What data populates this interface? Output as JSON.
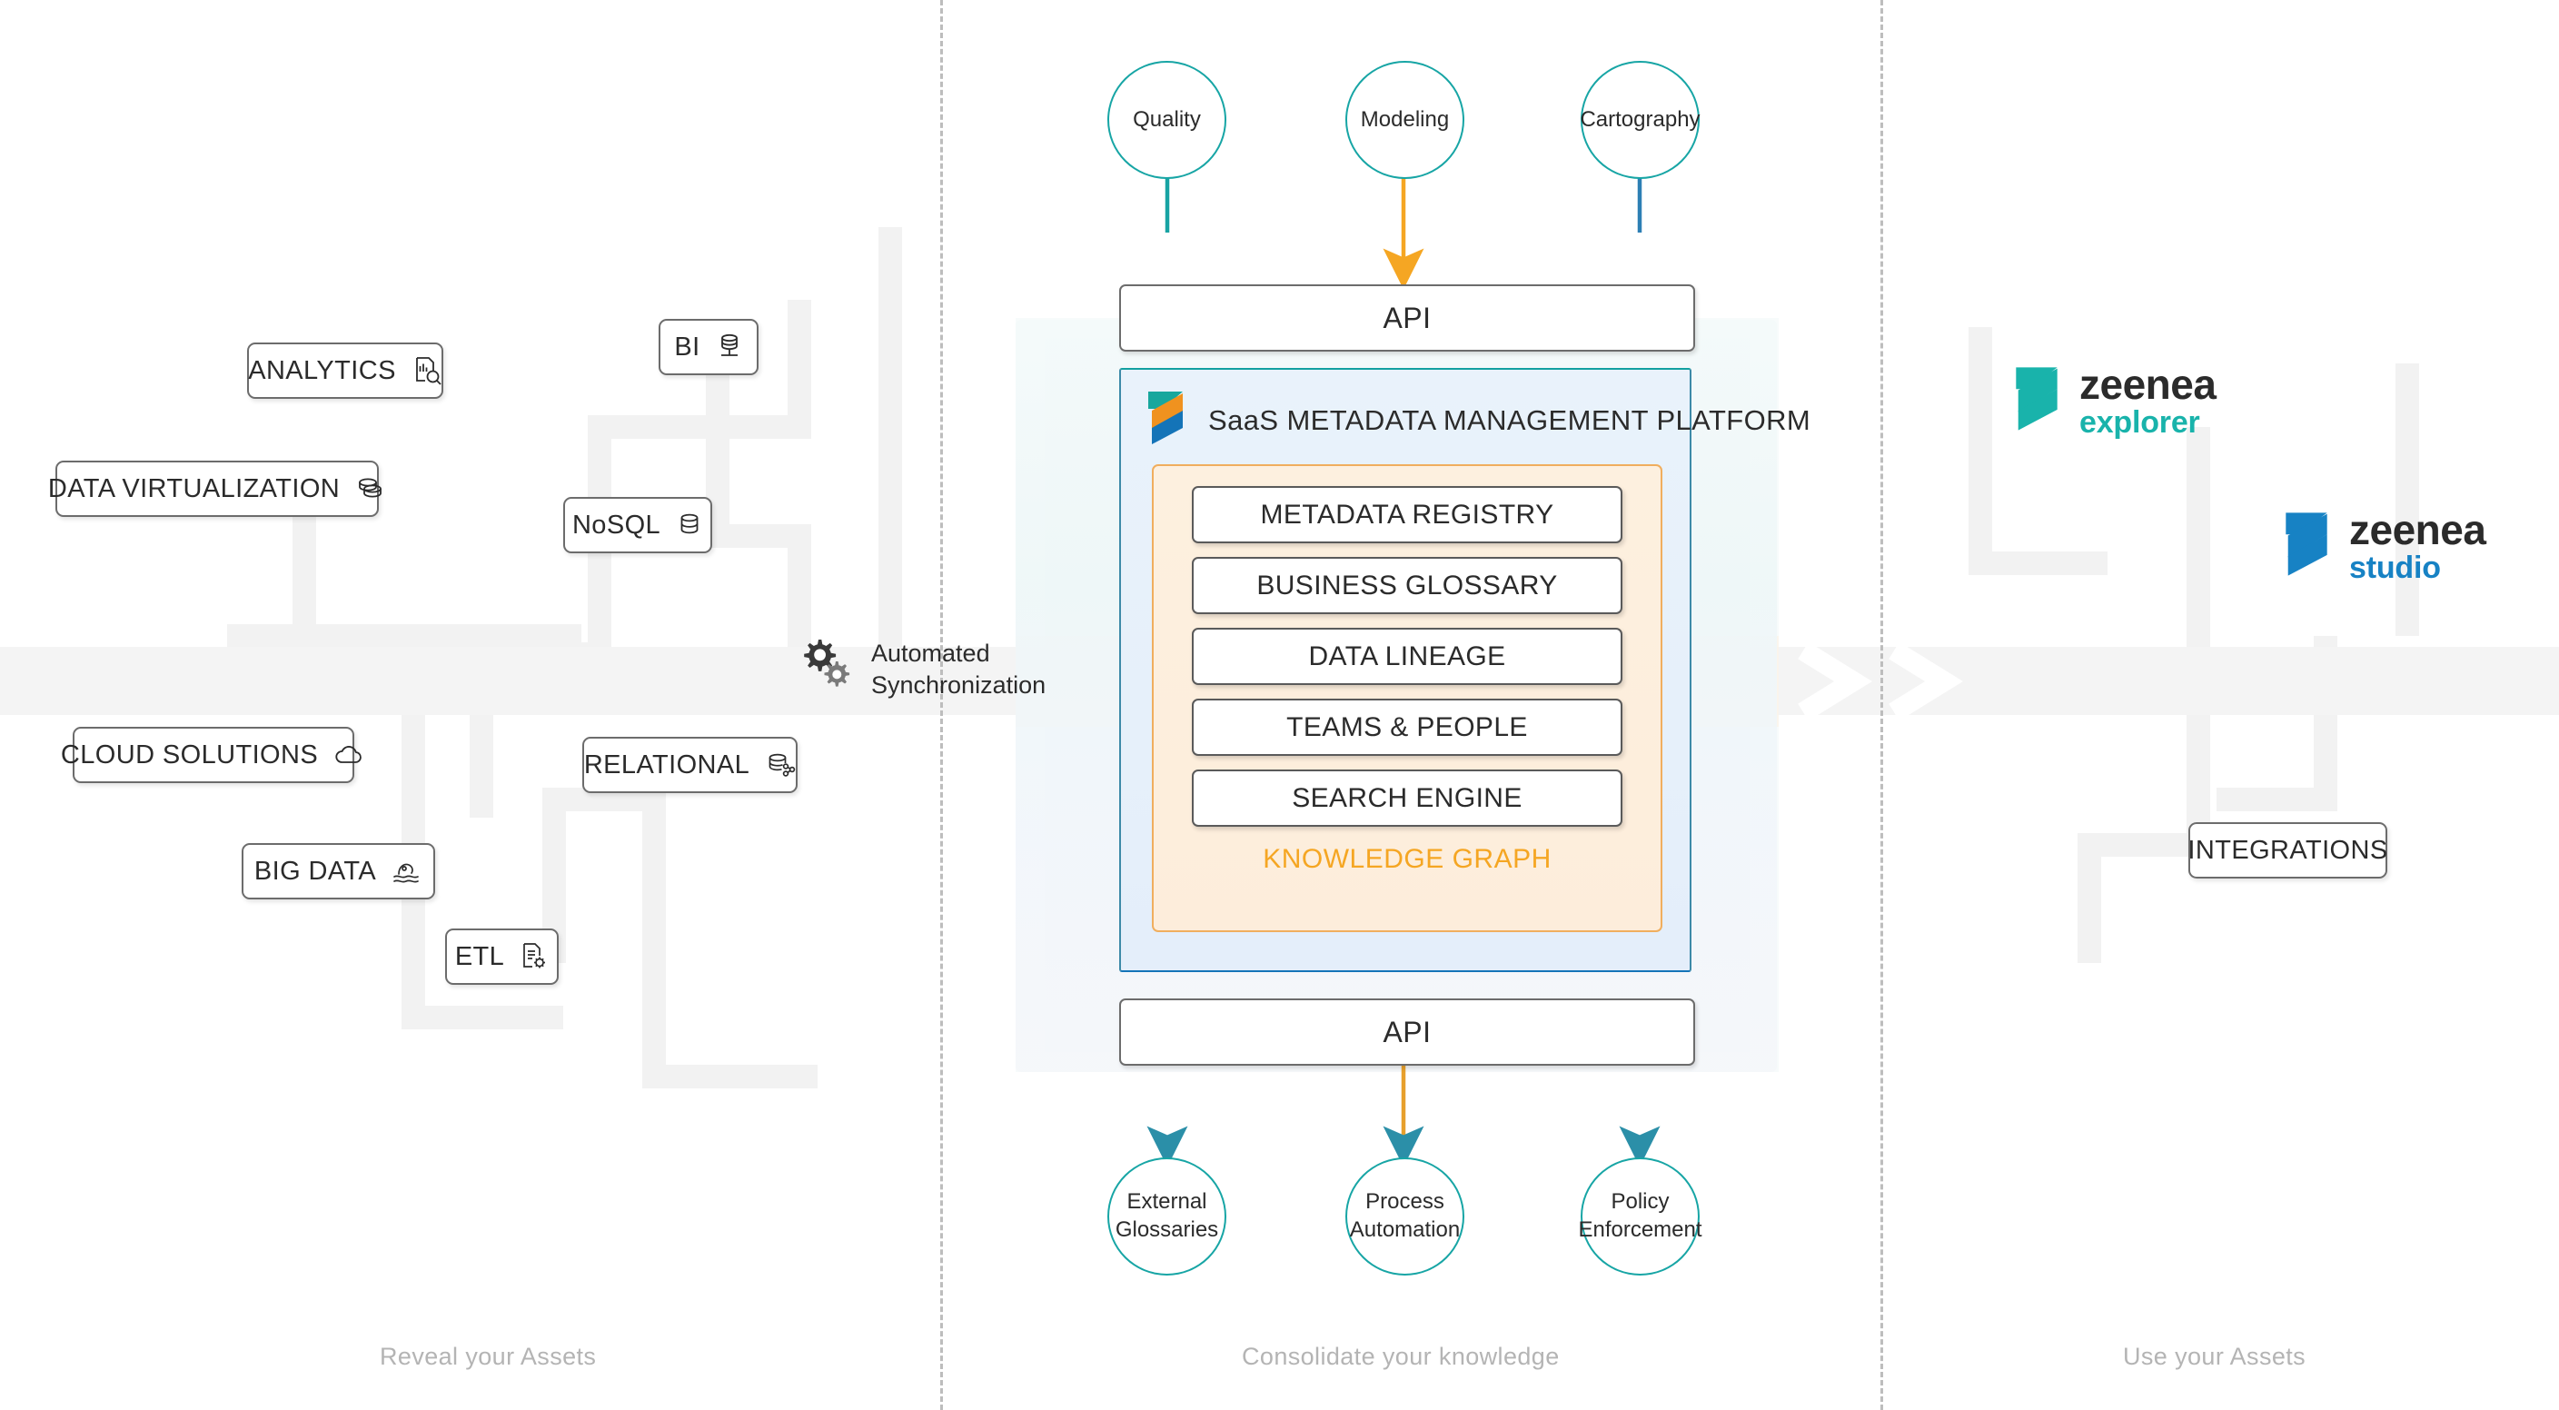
{
  "columns": [
    {
      "caption": "Reveal your Assets"
    },
    {
      "caption": "Consolidate your knowledge"
    },
    {
      "caption": "Use your Assets"
    }
  ],
  "sources": [
    {
      "label": "ANALYTICS",
      "icon": "document-search-icon"
    },
    {
      "label": "DATA VIRTUALIZATION",
      "icon": "stacked-database-icon"
    },
    {
      "label": "CLOUD SOLUTIONS",
      "icon": "cloud-icon"
    },
    {
      "label": "BIG DATA",
      "icon": "wave-icon"
    },
    {
      "label": "BI",
      "icon": "database-stand-icon"
    },
    {
      "label": "NoSQL",
      "icon": "database-icon"
    },
    {
      "label": "RELATIONAL",
      "icon": "database-share-icon"
    },
    {
      "label": "ETL",
      "icon": "document-gear-icon"
    }
  ],
  "sync": {
    "line1": "Automated",
    "line2": "Synchronization",
    "icon": "gears-icon"
  },
  "platform": {
    "title": "SaaS METADATA MANAGEMENT PLATFORM",
    "logo_icon": "zeenea-chevron-logo",
    "api_top": "API",
    "api_bottom": "API",
    "knowledge_graph": {
      "items": [
        "METADATA REGISTRY",
        "BUSINESS GLOSSARY",
        "DATA LINEAGE",
        "TEAMS & PEOPLE",
        "SEARCH ENGINE"
      ],
      "label": "KNOWLEDGE GRAPH"
    }
  },
  "top_nodes": [
    {
      "label": "Quality"
    },
    {
      "label": "Modeling"
    },
    {
      "label": "Cartography"
    }
  ],
  "bottom_nodes": [
    {
      "line1": "External",
      "line2": "Glossaries"
    },
    {
      "line1": "Process",
      "line2": "Automation"
    },
    {
      "line1": "Policy",
      "line2": "Enforcement"
    }
  ],
  "products": [
    {
      "name": "zeenea",
      "sub": "explorer",
      "sub_color": "#19b3ab",
      "mark_color": "#19b3ab"
    },
    {
      "name": "zeenea",
      "sub": "studio",
      "sub_color": "#1782c4",
      "mark_color": "#1782c4"
    }
  ],
  "outputs": [
    {
      "label": "INTEGRATIONS"
    }
  ],
  "colors": {
    "teal": "#17a5a5",
    "orange": "#f5a623",
    "blue": "#1474b8",
    "box_border": "#6c6c6c",
    "text": "#2b2b2b",
    "caption": "#b4b4b4"
  }
}
